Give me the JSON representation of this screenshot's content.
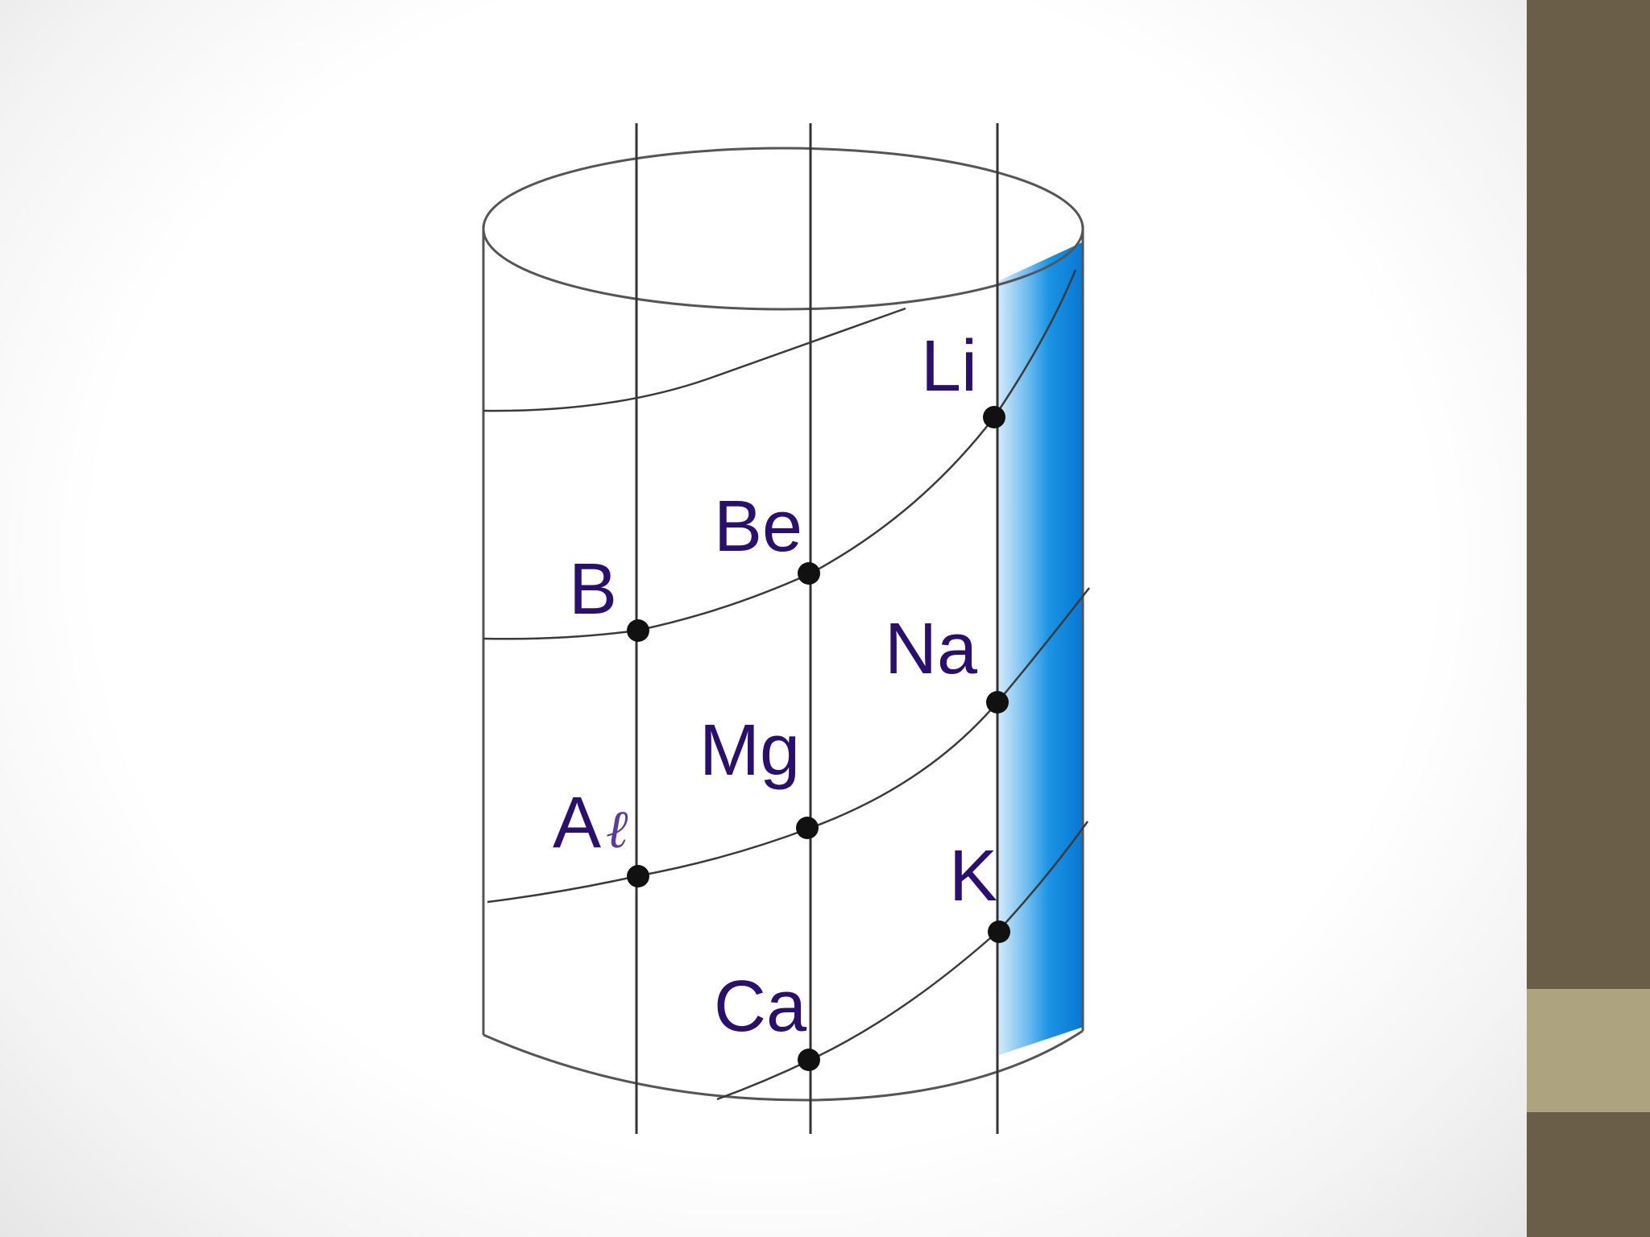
{
  "diagram": {
    "elements": [
      {
        "id": "li",
        "symbol": "Li"
      },
      {
        "id": "be",
        "symbol": "Be"
      },
      {
        "id": "b",
        "symbol": "B"
      },
      {
        "id": "na",
        "symbol": "Na"
      },
      {
        "id": "mg",
        "symbol": "Mg"
      },
      {
        "id": "al",
        "symbol_prefix": "A",
        "symbol_suffix": "ℓ"
      },
      {
        "id": "k",
        "symbol": "K"
      },
      {
        "id": "ca",
        "symbol": "Ca"
      }
    ]
  },
  "colors": {
    "band_dark": "#0a7fd8",
    "band_light": "#cfe7fa",
    "label": "#2b0f6e",
    "sidebar": "#6a5e48",
    "sidebar_accent": "#ada37f"
  }
}
